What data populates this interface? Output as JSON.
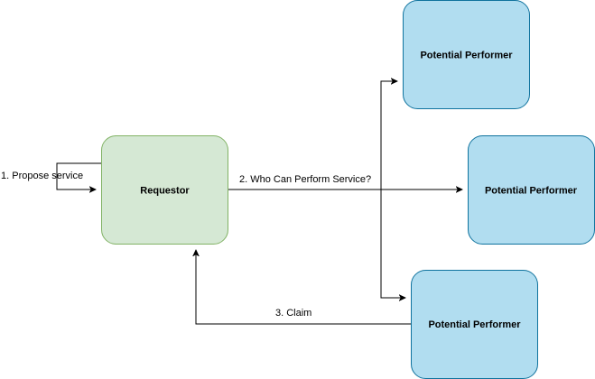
{
  "diagram": {
    "nodes": {
      "requestor": {
        "label": "Requestor",
        "fill": "#d5e8d4",
        "stroke": "#82b366"
      },
      "performer_top": {
        "label": "Potential Performer",
        "fill": "#b1ddf0",
        "stroke": "#10739e"
      },
      "performer_middle": {
        "label": "Potential Performer",
        "fill": "#b1ddf0",
        "stroke": "#10739e"
      },
      "performer_bottom": {
        "label": "Potential Performer",
        "fill": "#b1ddf0",
        "stroke": "#10739e"
      }
    },
    "edges": {
      "propose": {
        "label": "1. Propose service"
      },
      "who_can": {
        "label": "2. Who Can Perform Service?"
      },
      "claim": {
        "label": "3. Claim"
      }
    }
  }
}
